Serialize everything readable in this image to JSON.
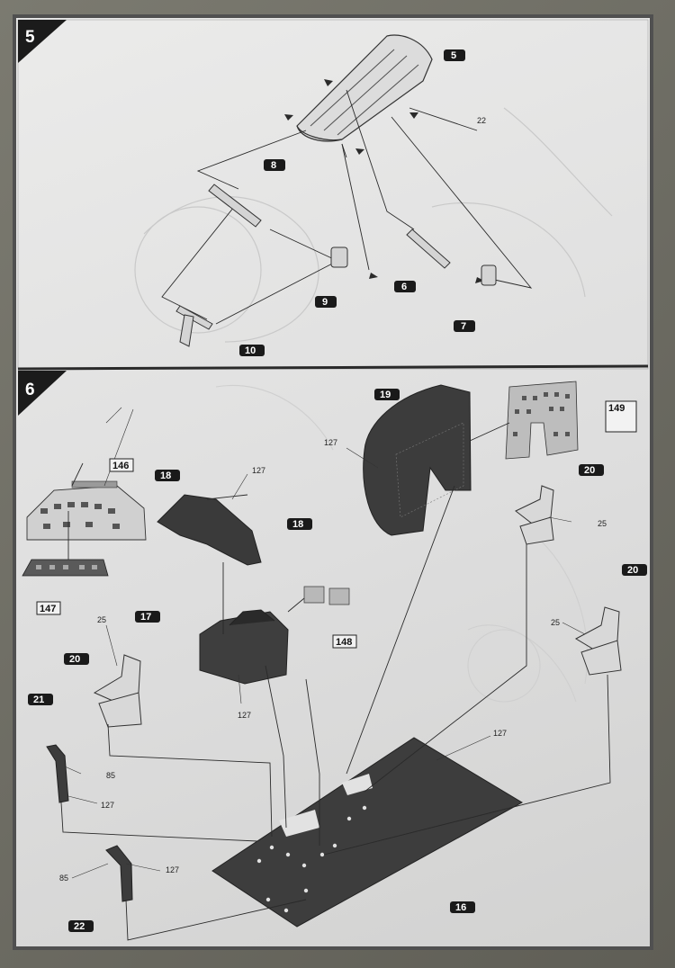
{
  "steps": [
    {
      "number": "5",
      "callouts": {
        "canopy": "5",
        "canopy_label": "22",
        "frame_left": "8",
        "frame_mid": "9",
        "frame_right": "6",
        "frame_right2": "7",
        "bottom_part": "10"
      }
    },
    {
      "number": "6",
      "callouts": {
        "instrument_panel": "19",
        "instrument_panel_color": "127",
        "panel_decal": "149",
        "glareshield_decal": "146",
        "glareshield": "18",
        "cover_color": "127",
        "cover": "18",
        "console_decal": "147",
        "console": "17",
        "console_color": "127",
        "console_side_decal": "148",
        "seat_left": "20",
        "seat_left_color": "25",
        "seat_right_top": "20",
        "seat_right_top_color": "25",
        "seat_right_bottom": "20",
        "seat_right_bottom_color": "25",
        "column_left": "21",
        "column_left_color1": "85",
        "column_left_color2": "127",
        "column_right": "22",
        "column_right_color1": "85",
        "column_right_color2": "127",
        "floor": "16",
        "floor_color": "127"
      }
    }
  ],
  "colors": {
    "badge": "#1a1a1a",
    "part_fill": "#3f3f3f",
    "line": "#2a2a2a"
  }
}
